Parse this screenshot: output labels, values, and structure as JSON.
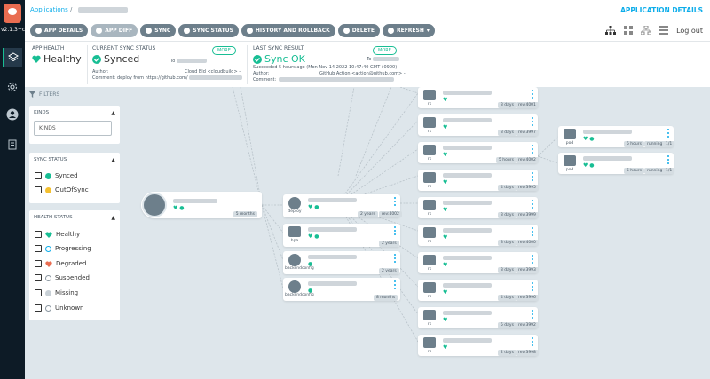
{
  "version": "v2.1.3+c",
  "breadcrumb": {
    "root": "Applications",
    "sep": "/"
  },
  "title": "APPLICATION DETAILS",
  "toolbar": {
    "app_details": "APP DETAILS",
    "app_diff": "APP DIFF",
    "sync": "SYNC",
    "sync_status": "SYNC STATUS",
    "history": "HISTORY AND ROLLBACK",
    "delete": "DELETE",
    "refresh": "REFRESH"
  },
  "logout": "Log out",
  "app_health": {
    "label": "APP HEALTH",
    "value": "Healthy"
  },
  "current_sync": {
    "label": "CURRENT SYNC STATUS",
    "more": "MORE",
    "value": "Synced",
    "to": "To",
    "author_label": "Author:",
    "author": "Cloud Bld <cloudbuild> -",
    "comment_label": "Comment:",
    "comment": "deploy from https://github.com/"
  },
  "last_sync": {
    "label": "LAST SYNC RESULT",
    "more": "MORE",
    "value": "Sync OK",
    "to": "To",
    "succeeded": "Succeeded 5 hours ago (Mon Nov 14 2022 10:47:40 GMT+0900)",
    "author_label": "Author:",
    "author": "GitHub Action <action@github.com> -",
    "comment_label": "Comment:"
  },
  "filters": {
    "header": "FILTERS",
    "kinds_title": "KINDS",
    "kinds_placeholder": "KINDS",
    "sync_title": "SYNC STATUS",
    "synced": "Synced",
    "outofsync": "OutOfSync",
    "health_title": "HEALTH STATUS",
    "health": [
      "Healthy",
      "Progressing",
      "Degraded",
      "Suspended",
      "Missing",
      "Unknown"
    ]
  },
  "colors": {
    "accent": "#0dadea",
    "green": "#18be94",
    "nav": "#0d1b26",
    "gray": "#6d7f8b"
  },
  "nodes": {
    "root_age": "5 months",
    "deploy": {
      "kind": "deploy",
      "age": "2 years",
      "rev": "rev:4002"
    },
    "hpa": {
      "kind": "hpa",
      "age": "2 years"
    },
    "bc1": {
      "kind": "backendconfig",
      "age": "2 years"
    },
    "bc2": {
      "kind": "backendconfig",
      "age": "8 months"
    },
    "rs": [
      {
        "kind": "rs",
        "age": "3 days",
        "rev": "rev:4001"
      },
      {
        "kind": "rs",
        "age": "3 days",
        "rev": "rev:3997"
      },
      {
        "kind": "rs",
        "age": "5 hours",
        "rev": "rev:4002"
      },
      {
        "kind": "rs",
        "age": "4 days",
        "rev": "rev:3995"
      },
      {
        "kind": "rs",
        "age": "3 days",
        "rev": "rev:3999"
      },
      {
        "kind": "rs",
        "age": "3 days",
        "rev": "rev:4000"
      },
      {
        "kind": "rs",
        "age": "3 days",
        "rev": "rev:3993"
      },
      {
        "kind": "rs",
        "age": "4 days",
        "rev": "rev:3996"
      },
      {
        "kind": "rs",
        "age": "5 days",
        "rev": "rev:3992"
      },
      {
        "kind": "rs",
        "age": "2 days",
        "rev": "rev:3998"
      }
    ],
    "pods": [
      {
        "kind": "pod",
        "age": "5 hours",
        "status": "running",
        "ready": "1/1"
      },
      {
        "kind": "pod",
        "age": "5 hours",
        "status": "running",
        "ready": "1/1"
      }
    ]
  }
}
